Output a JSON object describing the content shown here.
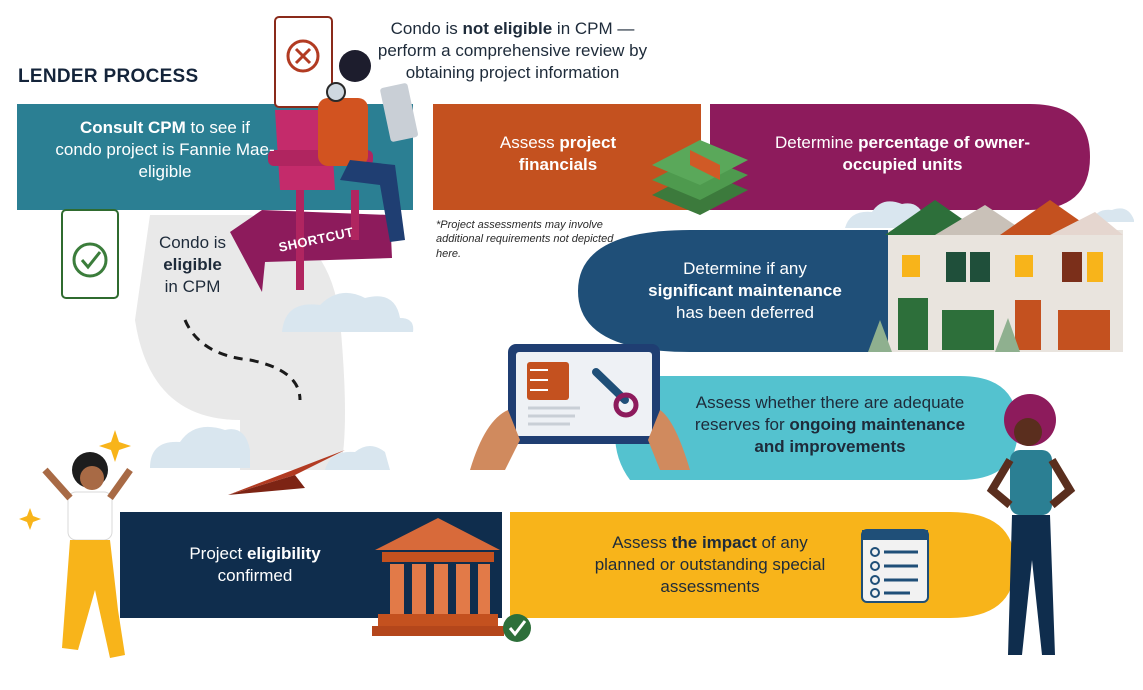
{
  "heading": "LENDER PROCESS",
  "not_eligible": {
    "pre": "Condo is ",
    "bold": "not eligible",
    "post": " in CPM — perform a comprehensive review by obtaining project information"
  },
  "consult": {
    "bold": "Consult CPM",
    "post": " to see if condo project is Fannie Mae-eligible"
  },
  "eligible": {
    "pre": "Condo is",
    "bold": "eligible",
    "post": "in CPM"
  },
  "shortcut": "SHORTCUT",
  "financials": {
    "pre": "Assess ",
    "bold": "project financials"
  },
  "owner_occupied": {
    "pre": "Determine ",
    "bold": "percentage of owner-occupied units"
  },
  "footnote": "*Project assessments may involve additional requirements not depicted here.",
  "maintenance": {
    "pre": "Determine if any",
    "bold": "significant maintenance",
    "post": "has been deferred"
  },
  "reserves": {
    "pre": "Assess whether there are adequate reserves for ",
    "bold": "ongoing maintenance and improvements"
  },
  "confirmed": {
    "pre": "Project ",
    "bold": "eligibility",
    "post": "confirmed"
  },
  "impact": {
    "pre": "Assess ",
    "bold": "the impact",
    "post": " of any planned or outstanding special assessments"
  },
  "colors": {
    "teal": "#2b7f93",
    "orange": "#c4511f",
    "magenta": "#8d1b5c",
    "navy": "#1f4f78",
    "aqua": "#54c2cf",
    "yellow": "#f8b41a",
    "dark_navy": "#0f2d4d",
    "green": "#3b7d3b",
    "grey_path": "#e8e8e8"
  }
}
